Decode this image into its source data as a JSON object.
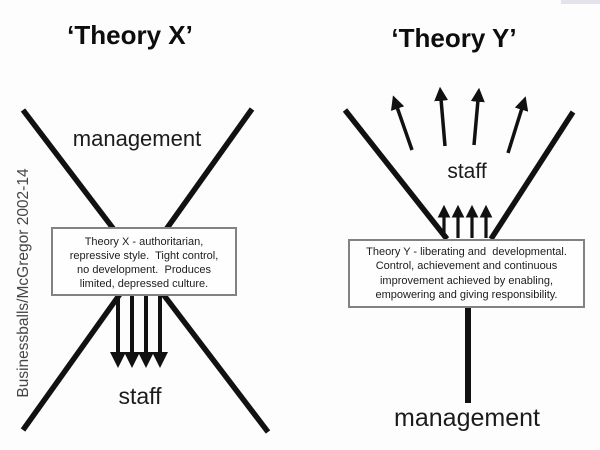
{
  "credit": {
    "text": "Businessballs/McGregor 2002-14"
  },
  "theory_x": {
    "title": "‘Theory X’",
    "management_label": "management",
    "box_text": "Theory X - authoritarian,\nrepressive style.  Tight control,\nno development.  Produces\nlimited, depressed culture.",
    "staff_label": "staff"
  },
  "theory_y": {
    "title": "‘Theory Y’",
    "staff_label": "staff",
    "box_text": "Theory Y - liberating and  developmental.\nControl, achievement and continuous\nimprovement achieved by enabling,\nempowering and giving responsibility.",
    "management_label": "management"
  },
  "colors": {
    "line": "#111111",
    "box_border": "#828282",
    "credit_text": "#454545",
    "background": "#fdfdfd",
    "artifact": "#e3e3eb"
  }
}
